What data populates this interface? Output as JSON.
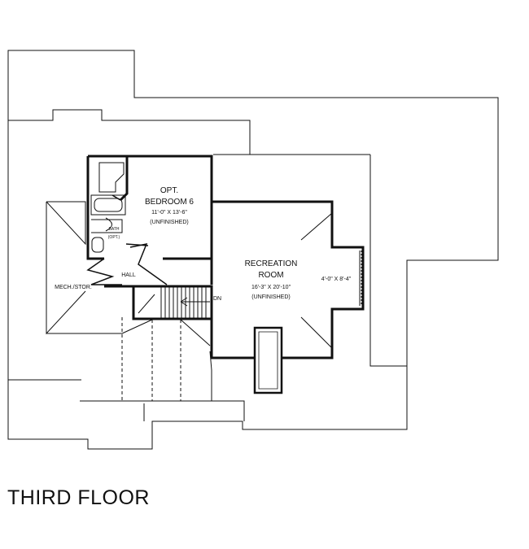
{
  "title": "THIRD FLOOR",
  "colors": {
    "line": "#111111",
    "background": "#ffffff"
  },
  "rooms": {
    "bedroom": {
      "line1": "OPT.",
      "line2": "BEDROOM 6",
      "dims": "11'-0\" X 13'-6\"",
      "note": "(UNFINISHED)"
    },
    "recreation": {
      "line1": "RECREATION",
      "line2": "ROOM",
      "dims": "16'-3\" X 20'-10\"",
      "note": "(UNFINISHED)"
    },
    "alcove": {
      "dims": "4'-0\" X 8'-4\""
    },
    "hall": {
      "label": "HALL"
    },
    "mech": {
      "label": "MECH./STOR."
    },
    "bath": {
      "line1": "BATH",
      "line2": "(OPT.)"
    },
    "stairs": {
      "label": "DN"
    }
  }
}
